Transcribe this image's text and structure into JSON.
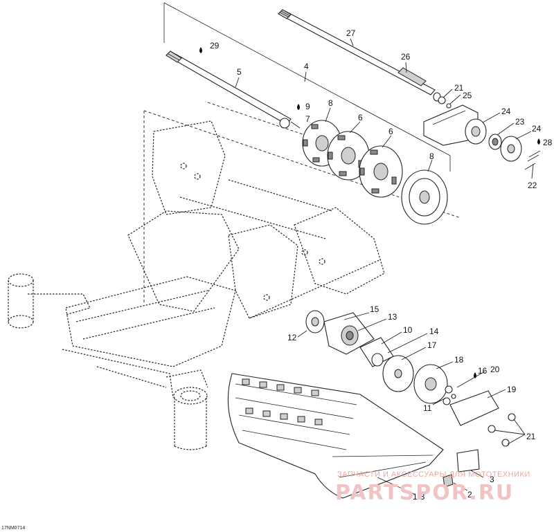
{
  "diagram": {
    "labels": [
      {
        "id": "27",
        "text": "27"
      },
      {
        "id": "29",
        "text": "29"
      },
      {
        "id": "26",
        "text": "26"
      },
      {
        "id": "5",
        "text": "5"
      },
      {
        "id": "4",
        "text": "4"
      },
      {
        "id": "21a",
        "text": "21"
      },
      {
        "id": "25",
        "text": "25"
      },
      {
        "id": "9",
        "text": "9"
      },
      {
        "id": "8a",
        "text": "8"
      },
      {
        "id": "7",
        "text": "7"
      },
      {
        "id": "24a",
        "text": "24"
      },
      {
        "id": "6a",
        "text": "6"
      },
      {
        "id": "6b",
        "text": "6"
      },
      {
        "id": "23",
        "text": "23"
      },
      {
        "id": "24b",
        "text": "24"
      },
      {
        "id": "28",
        "text": "28"
      },
      {
        "id": "8b",
        "text": "8"
      },
      {
        "id": "22",
        "text": "22"
      },
      {
        "id": "15",
        "text": "15"
      },
      {
        "id": "13",
        "text": "13"
      },
      {
        "id": "10",
        "text": "10"
      },
      {
        "id": "12",
        "text": "12"
      },
      {
        "id": "14",
        "text": "14"
      },
      {
        "id": "17",
        "text": "17"
      },
      {
        "id": "18",
        "text": "18"
      },
      {
        "id": "16",
        "text": "16"
      },
      {
        "id": "20",
        "text": "20"
      },
      {
        "id": "19",
        "text": "19"
      },
      {
        "id": "11",
        "text": "11"
      },
      {
        "id": "21b",
        "text": "21"
      },
      {
        "id": "3",
        "text": "3"
      },
      {
        "id": "2",
        "text": "2"
      },
      {
        "id": "1-3",
        "text": "1-3"
      }
    ],
    "drawing_code": "17NM0714"
  },
  "watermark": {
    "tagline": "ЗАПЧАСТИ И АКСЕССУАРЫ ДЛЯ МОТОТЕХНИКИ",
    "brand": "PARTSPOR.RU"
  },
  "colors": {
    "line": "#222222",
    "background": "#ffffff",
    "watermark": "#e7a7a7"
  }
}
